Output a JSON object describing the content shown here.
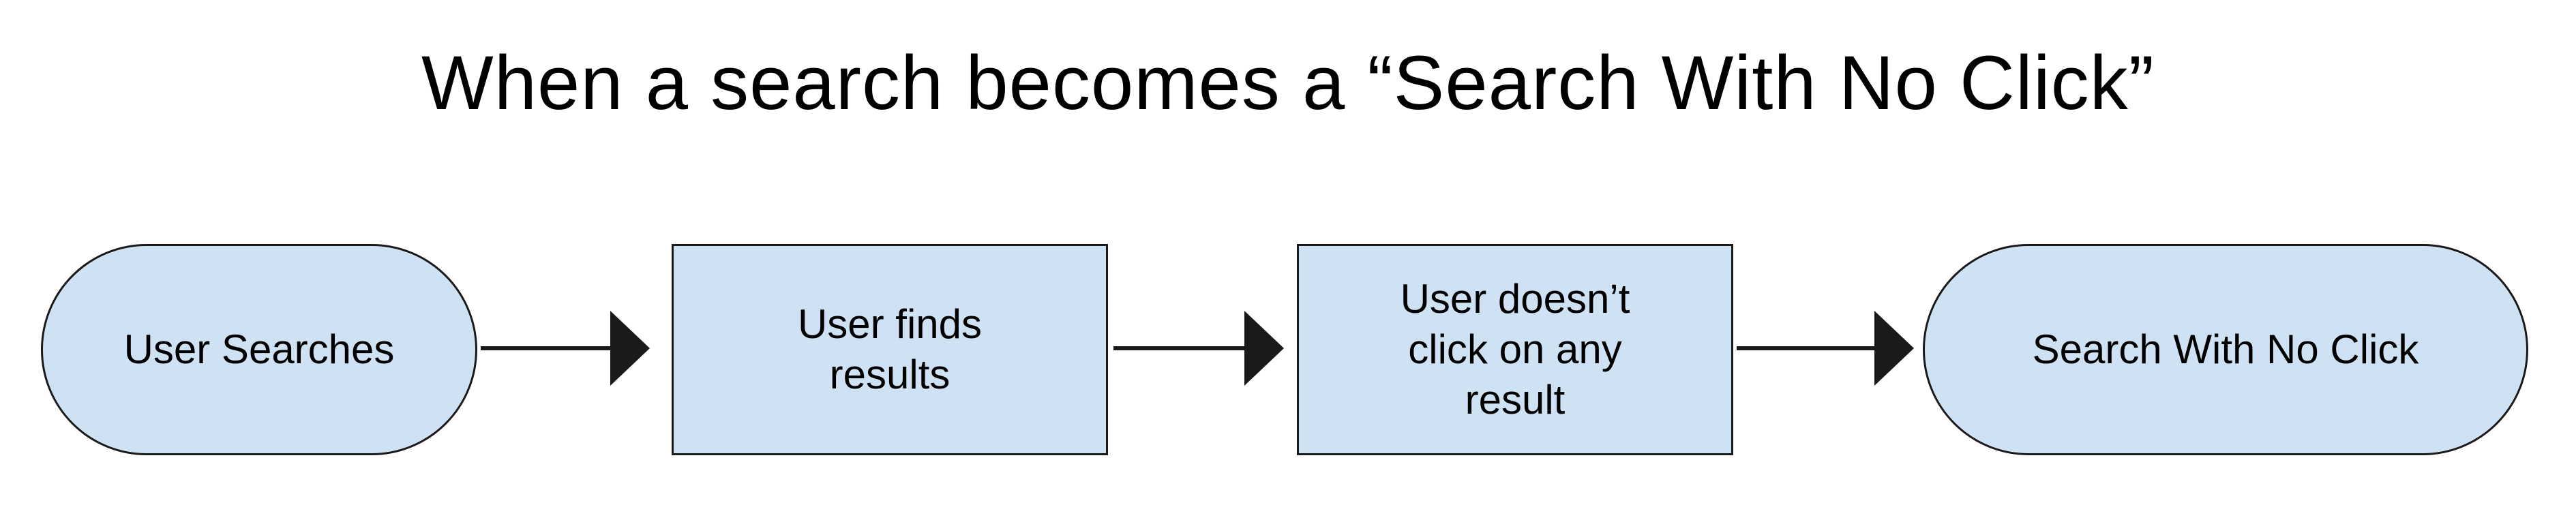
{
  "diagram": {
    "title": "When a search becomes a “Search With No Click”",
    "nodes": [
      {
        "id": "user-searches",
        "shape": "pill",
        "label": "User Searches"
      },
      {
        "id": "user-finds-results",
        "shape": "rectangle",
        "label": "User finds\nresults"
      },
      {
        "id": "user-doesnt-click",
        "shape": "rectangle",
        "label": "User doesn’t\nclick on any\nresult"
      },
      {
        "id": "search-with-no-click",
        "shape": "pill",
        "label": "Search With No Click"
      }
    ],
    "edges": [
      {
        "from": "user-searches",
        "to": "user-finds-results"
      },
      {
        "from": "user-finds-results",
        "to": "user-doesnt-click"
      },
      {
        "from": "user-doesnt-click",
        "to": "search-with-no-click"
      }
    ],
    "colors": {
      "node_fill": "#cfe2f3",
      "node_stroke": "#1a1a1a",
      "arrow": "#1a1a1a",
      "text": "#000000"
    }
  }
}
